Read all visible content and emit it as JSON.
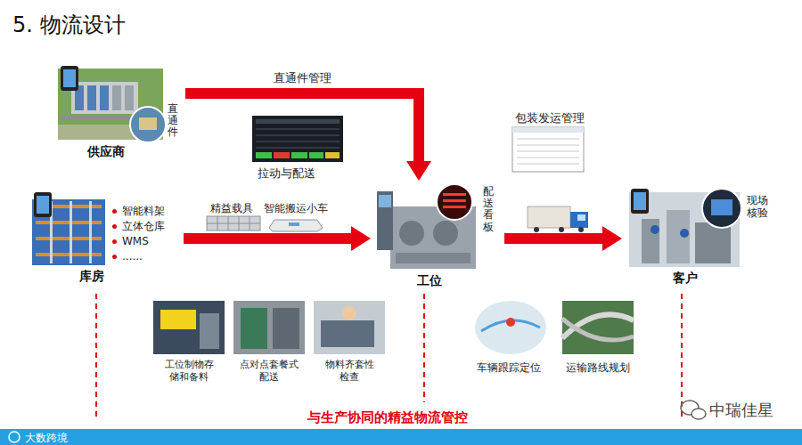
{
  "diagram": {
    "title": "5. 物流设计",
    "nodes": [
      {
        "text": [
          "供应商",
          "直通件"
        ]
      },
      {
        "text": [
          "库房",
          "智能料架",
          "立体仓库",
          "WMS",
          "......"
        ]
      },
      {
        "text": [
          "工位",
          "配送看板"
        ]
      },
      {
        "text": [
          "客户",
          "现场核验"
        ]
      }
    ],
    "edges": [
      {
        "from": 0,
        "to": 2,
        "arrow": "to",
        "label": "直通件管理"
      },
      {
        "from": 1,
        "to": 2,
        "arrow": "to"
      },
      {
        "from": 2,
        "to": 3,
        "arrow": "to"
      }
    ],
    "labels": [
      "拉动与配送",
      "精益载具",
      "智能搬运小车",
      "包装发运管理",
      "工位制物存储和备料",
      "点对点套餐式配送",
      "物料齐套性检查",
      "车辆跟踪定位",
      "运输路线规划",
      "与生产协同的精益物流管控",
      "中瑞佳星",
      "大数跨境"
    ]
  }
}
